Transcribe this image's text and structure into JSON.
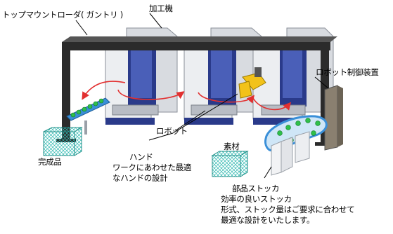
{
  "labels": {
    "top_mount_loader": "トップマウントローダ( ガントリ )",
    "machine_tool": "加工機",
    "robot_controller": "ロボット制御装置",
    "robot": "ロボット",
    "finished_product": "完成品",
    "material": "素材",
    "hand_title": "ハンド",
    "hand_desc_1": "ワークにあわせた最適",
    "hand_desc_2": "なハンドの設計",
    "stocker_title": "部品ストッカ",
    "stocker_desc_1": "効率の良いストッカ",
    "stocker_desc_2": "形式、ストック量はご要求に合わせて",
    "stocker_desc_3": "最適な設計をいたします。"
  },
  "colors": {
    "gantry": "#2b2b2b",
    "machine_body": "#e4e6ea",
    "machine_blue": "#2a3a8a",
    "flow_arrow": "#e23030",
    "parts_green": "#2fbf4a",
    "conveyor_blue": "#3a8fd8",
    "cage_teal": "#2fb8b0",
    "robot_yellow": "#f2c21a"
  }
}
